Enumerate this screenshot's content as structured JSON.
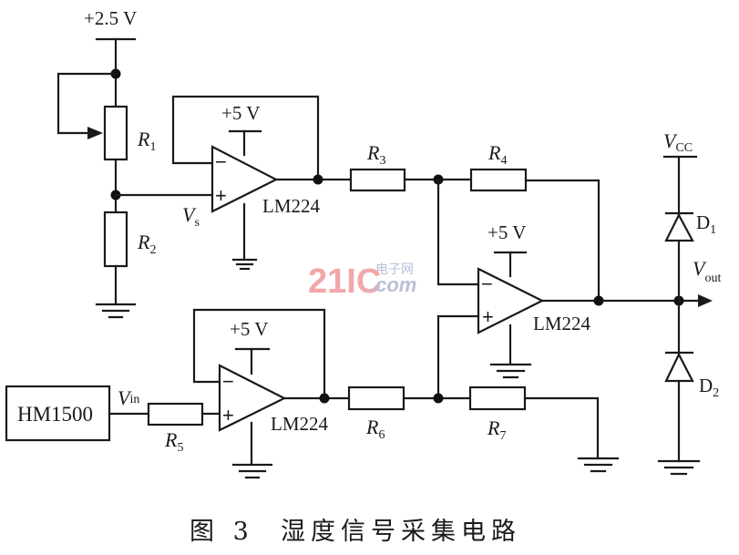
{
  "figure": {
    "caption_number": "图 3",
    "caption_title": "湿度信号采集电路"
  },
  "supplies": {
    "top_ref": "+2.5 V",
    "opamp1_supply": "+5 V",
    "opamp2_supply": "+5 V",
    "opamp3_supply": "+5 V",
    "vcc": {
      "main": "V",
      "sub": "CC"
    }
  },
  "resistors": [
    {
      "id": "R1",
      "main": "R",
      "sub": "1",
      "type": "potentiometer"
    },
    {
      "id": "R2",
      "main": "R",
      "sub": "2"
    },
    {
      "id": "R3",
      "main": "R",
      "sub": "3"
    },
    {
      "id": "R4",
      "main": "R",
      "sub": "4"
    },
    {
      "id": "R5",
      "main": "R",
      "sub": "5"
    },
    {
      "id": "R6",
      "main": "R",
      "sub": "6"
    },
    {
      "id": "R7",
      "main": "R",
      "sub": "7"
    }
  ],
  "opamps": [
    {
      "id": "U1",
      "label": "LM224",
      "minus": "−",
      "plus": "+"
    },
    {
      "id": "U2",
      "label": "LM224",
      "minus": "−",
      "plus": "+"
    },
    {
      "id": "U3",
      "label": "LM224",
      "minus": "−",
      "plus": "+"
    }
  ],
  "diodes": [
    {
      "id": "D1",
      "main": "D",
      "sub": "1"
    },
    {
      "id": "D2",
      "main": "D",
      "sub": "2"
    }
  ],
  "signals": {
    "vs": {
      "main": "V",
      "sub": "s"
    },
    "vin": {
      "main": "V",
      "sub": "in"
    },
    "vout": {
      "main": "V",
      "sub": "out"
    }
  },
  "sensor": {
    "label": "HM1500"
  },
  "watermark": {
    "big": "21IC",
    "small": "电子网",
    "com": ".com"
  }
}
